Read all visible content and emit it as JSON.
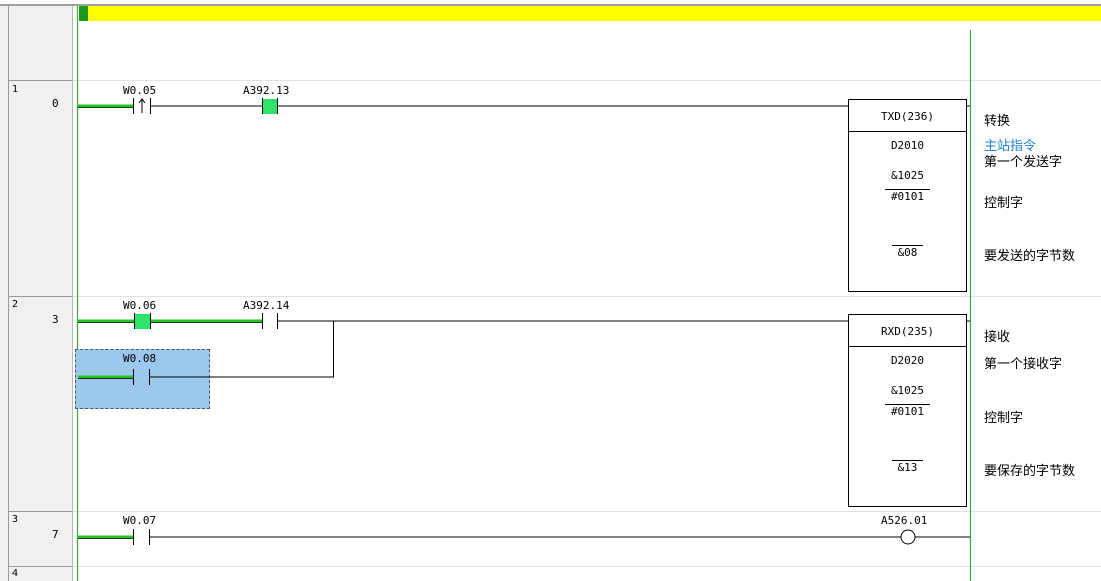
{
  "rungs": [
    {
      "rung": "1",
      "step": "0"
    },
    {
      "rung": "2",
      "step": "3"
    },
    {
      "rung": "3",
      "step": "7"
    },
    {
      "rung": "4",
      "step": ""
    }
  ],
  "rung1": {
    "contact1": "W0.05",
    "contact2": "A392.13",
    "instr": {
      "name": "TXD(236)",
      "op1": "D2010",
      "op2": "&1025",
      "op3": "#0101",
      "op4": "&08"
    },
    "comments": {
      "c1": "转换",
      "c2": "主站指令",
      "c3": "第一个发送字",
      "c4": "控制字",
      "c5": "要发送的字节数"
    }
  },
  "rung2": {
    "contact1": "W0.06",
    "contact2": "A392.14",
    "contact3": "W0.08",
    "instr": {
      "name": "RXD(235)",
      "op1": "D2020",
      "op2": "&1025",
      "op3": "#0101",
      "op4": "&13"
    },
    "comments": {
      "c1": "接收",
      "c2": "第一个接收字",
      "c3": "控制字",
      "c4": "要保存的字节数"
    }
  },
  "rung3": {
    "contact1": "W0.07",
    "coil": "A526.01"
  },
  "colors": {
    "power_rail": "#3cab3c",
    "energized": "#1ec81e",
    "contact_on": "#2ee36b",
    "highlight": "#ffff00",
    "selection": "#9dc8ee",
    "comment_blue": "#1e7fd6"
  }
}
